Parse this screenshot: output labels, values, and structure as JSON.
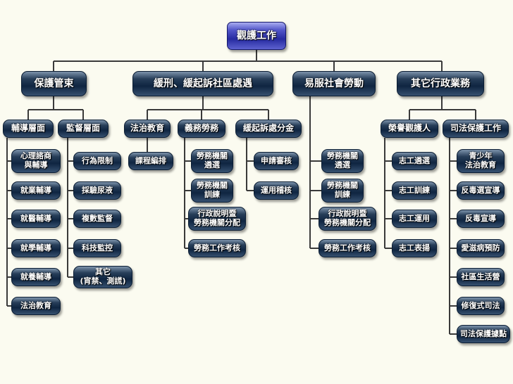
{
  "root": "觀護工作",
  "categories": [
    {
      "label": "保護管束"
    },
    {
      "label": "緩刑、緩起訴社區處遇"
    },
    {
      "label": "易服社會勞動"
    },
    {
      "label": "其它行政業務"
    }
  ],
  "subgroups": [
    {
      "label": "輔導層面",
      "items": [
        "心理諮商\n與輔導",
        "就業輔導",
        "就醫輔導",
        "就學輔導",
        "就養輔導",
        "法治教育"
      ]
    },
    {
      "label": "監督層面",
      "items": [
        "行為限制",
        "採驗尿液",
        "複數監督",
        "科技監控",
        "其它\n(宵禁、測謊)"
      ]
    },
    {
      "label": "法治教育",
      "items": [
        "課程編排"
      ]
    },
    {
      "label": "義務勞務",
      "items": [
        "勞務機關\n遴選",
        "勞務機關\n訓練",
        "行政說明暨\n勞務機關分配",
        "勞務工作考核"
      ]
    },
    {
      "label": "緩起訴處分金",
      "items": [
        "申請審核",
        "運用稽核"
      ]
    },
    {
      "label": "榮譽觀護人",
      "items": [
        "志工遴選",
        "志工訓練",
        "志工運用",
        "志工表揚"
      ]
    },
    {
      "label": "司法保護工作",
      "items": [
        "青少年\n法治教育",
        "反毒選宣導",
        "反毒宣導",
        "愛滋病預防",
        "社區生活營",
        "修復式司法",
        "司法保護據點"
      ]
    }
  ],
  "direct_items": {
    "easy_service": [
      "勞務機關\n遴選",
      "勞務機關\n訓練",
      "行政說明暨\n勞務機關分配",
      "勞務工作考核"
    ]
  }
}
